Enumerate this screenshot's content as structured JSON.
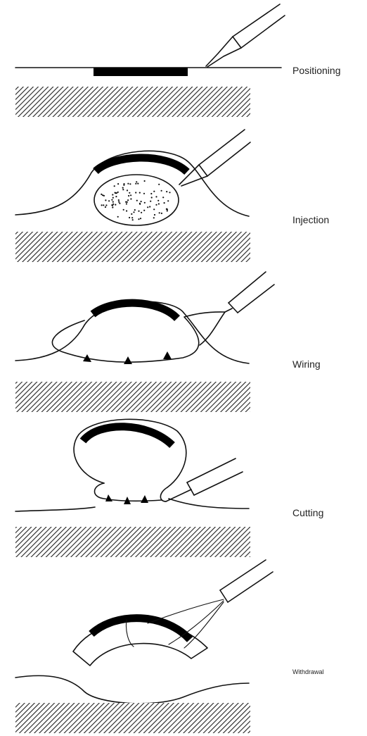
{
  "steps": [
    {
      "id": "positioning",
      "label": "Positioning"
    },
    {
      "id": "injection",
      "label": "Injection"
    },
    {
      "id": "wiring",
      "label": "Wiring"
    },
    {
      "id": "cutting",
      "label": "Cutting"
    },
    {
      "id": "withdrawal",
      "label": "Withdrawal"
    }
  ]
}
